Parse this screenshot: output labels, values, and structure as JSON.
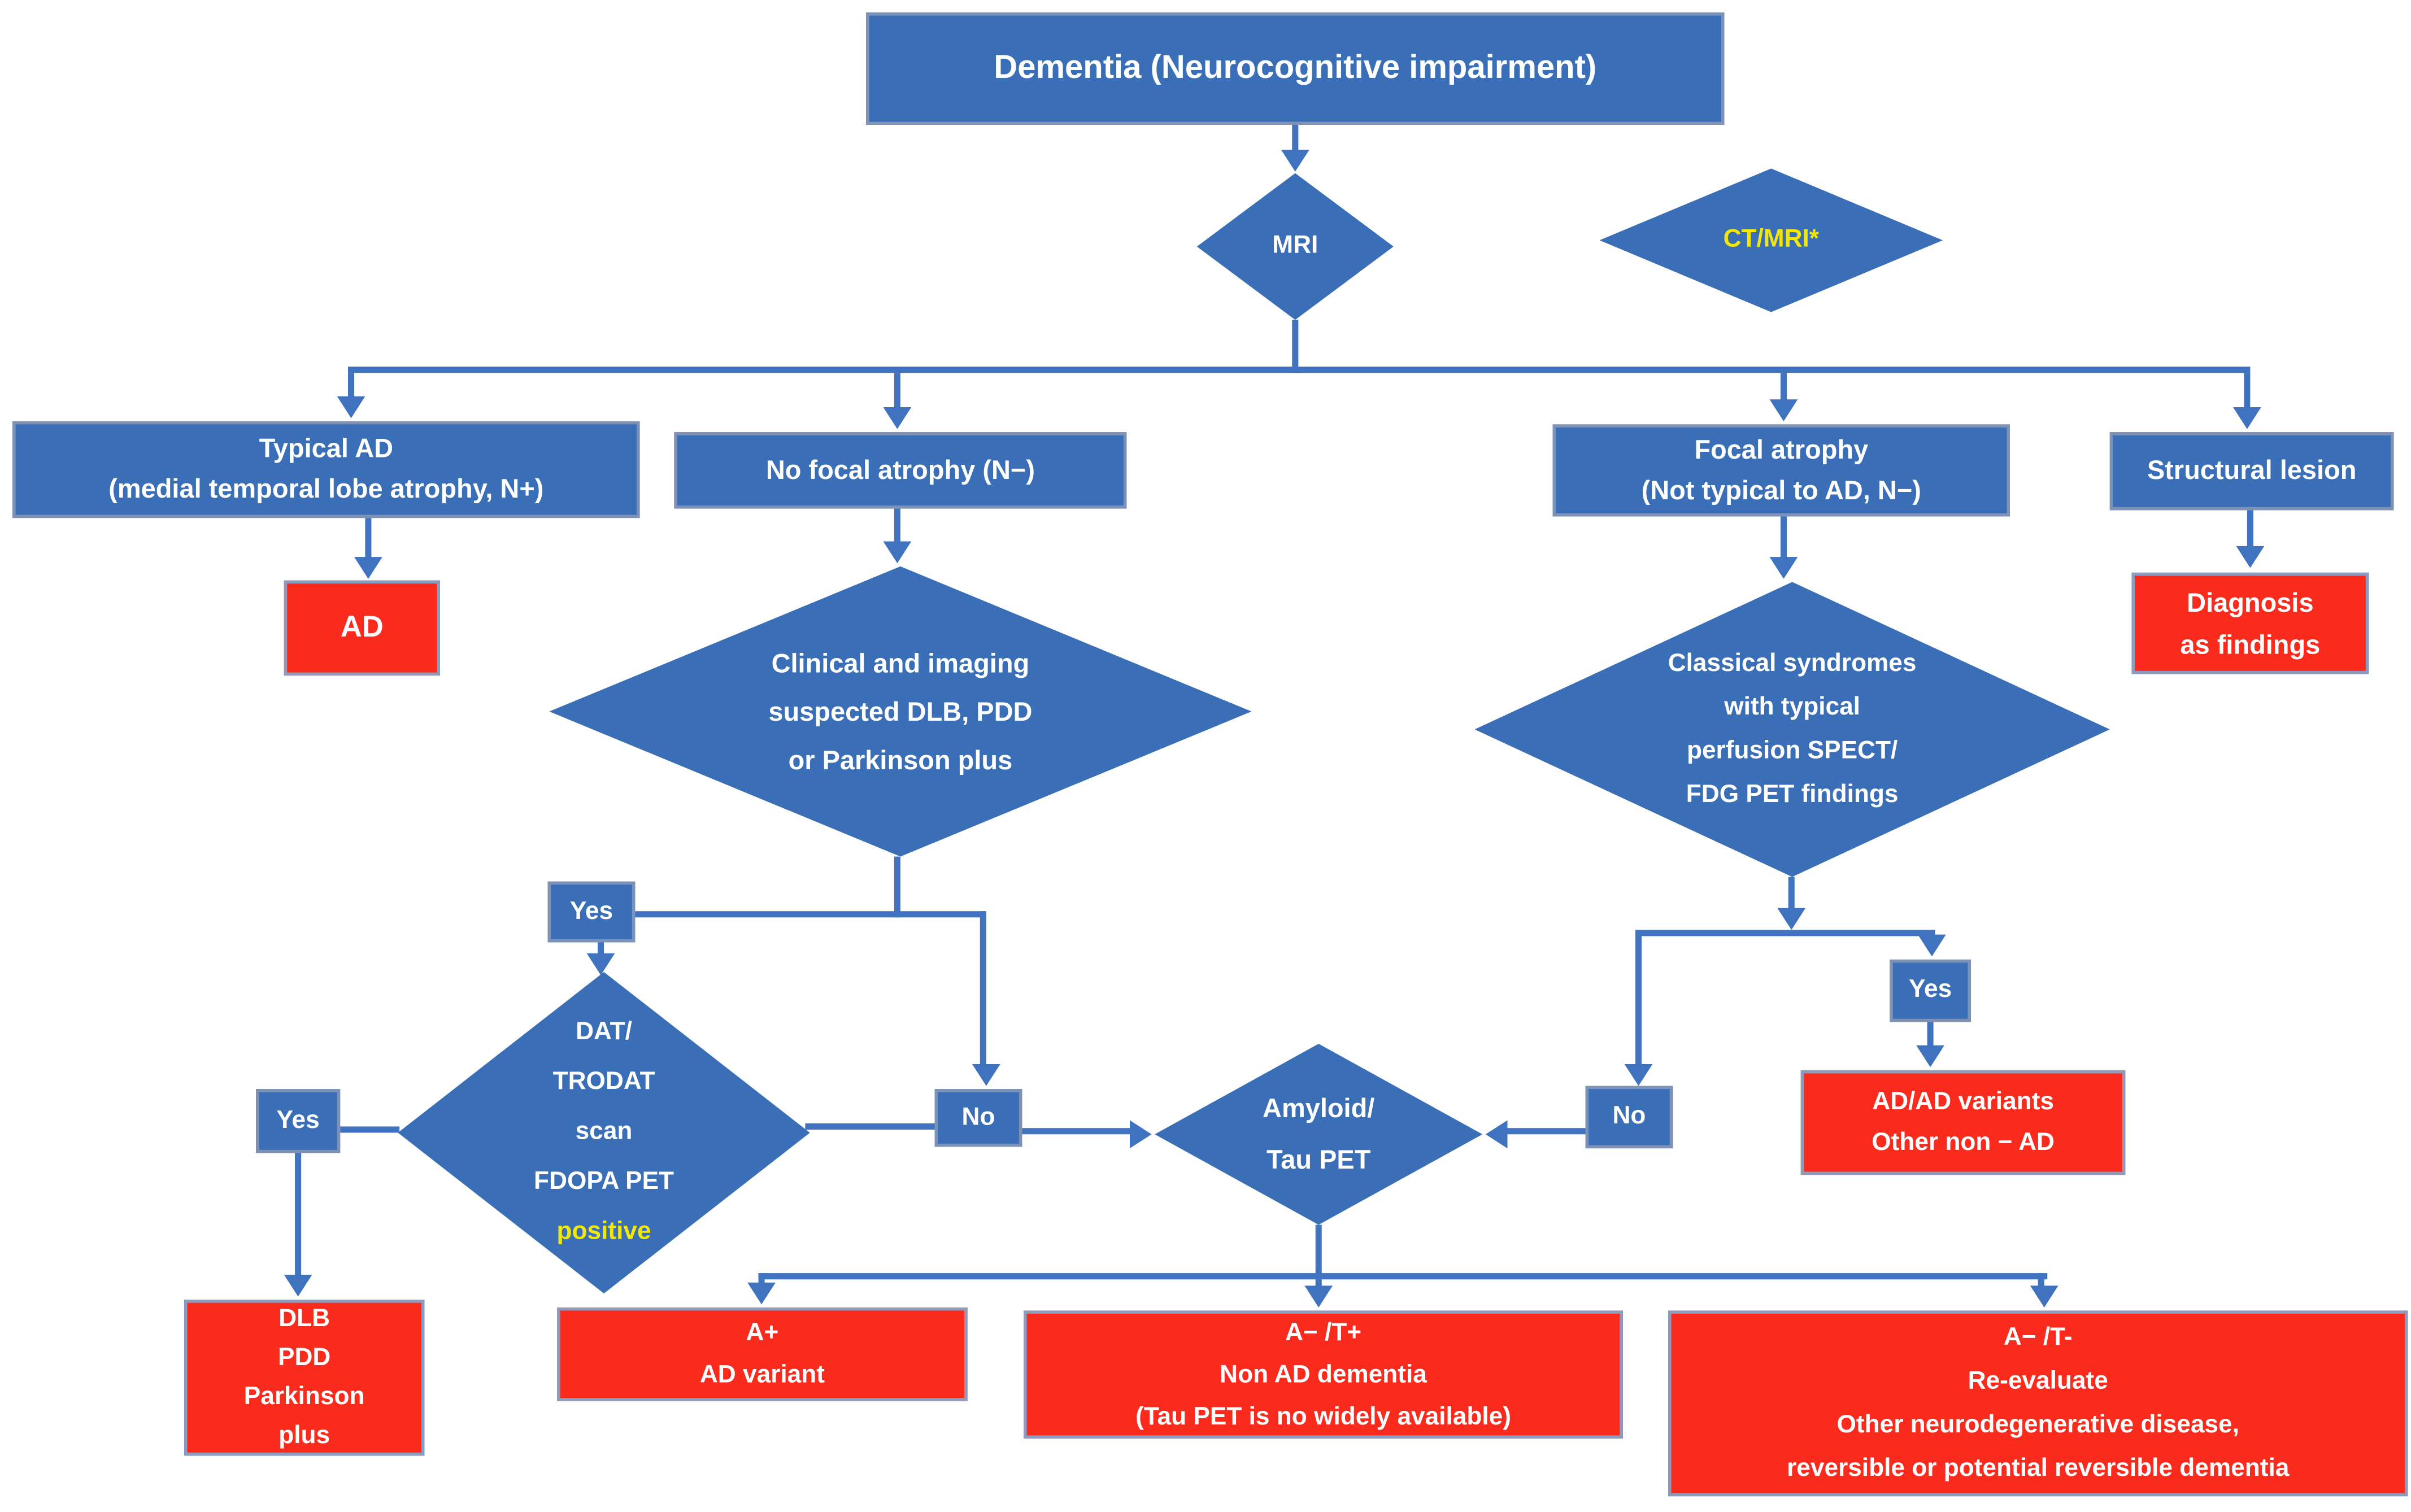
{
  "figure": {
    "type": "flowchart",
    "topic": "Dementia neuroimaging diagnostic pathway"
  },
  "colors": {
    "node_blue": "#3a6fb8",
    "node_red": "#fa2b1c",
    "connector_blue": "#3f73c0",
    "text_white": "#ffffff",
    "text_yellow": "#f2e70a"
  },
  "nodes": {
    "dementia": {
      "label": "Dementia (Neurocognitive impairment)"
    },
    "mri": {
      "label": "MRI"
    },
    "ctmri": {
      "label": "CT/MRI*"
    },
    "typical_ad": {
      "lines": [
        "Typical AD",
        "(medial temporal lobe atrophy, N+)"
      ]
    },
    "no_focal": {
      "label": "No focal atrophy (N−)"
    },
    "focal": {
      "lines": [
        "Focal atrophy",
        "(Not typical to AD, N−)"
      ]
    },
    "structural": {
      "label": "Structural lesion"
    },
    "ad": {
      "label": "AD"
    },
    "diagnosis": {
      "lines": [
        "Diagnosis",
        "as findings"
      ]
    },
    "clinical": {
      "lines": [
        "Clinical and imaging",
        "suspected DLB, PDD",
        "or Parkinson plus"
      ]
    },
    "classical": {
      "lines": [
        "Classical syndromes",
        "with typical",
        "perfusion SPECT/",
        "FDG PET findings"
      ]
    },
    "dat": {
      "lines": [
        "DAT/",
        "TRODAT",
        "scan",
        "FDOPA PET"
      ],
      "highlight": "positive"
    },
    "amyloid": {
      "lines": [
        "Amyloid/",
        "Tau PET"
      ]
    },
    "yes1": {
      "label": "Yes"
    },
    "yes2": {
      "label": "Yes"
    },
    "yes3": {
      "label": "Yes"
    },
    "no1": {
      "label": "No"
    },
    "no2": {
      "label": "No"
    },
    "dlb": {
      "lines": [
        "DLB",
        "PDD",
        "Parkinson",
        "plus"
      ]
    },
    "adad": {
      "lines": [
        "AD/AD variants",
        "Other non − AD"
      ]
    },
    "aplus": {
      "lines": [
        "A+",
        "AD variant"
      ]
    },
    "atplus": {
      "lines": [
        "A− /T+",
        "Non AD dementia",
        "(Tau PET is no widely available)"
      ]
    },
    "atminus": {
      "lines": [
        "A− /T-",
        "Re-evaluate",
        "Other neurodegenerative disease,",
        "reversible or potential reversible dementia"
      ]
    }
  }
}
